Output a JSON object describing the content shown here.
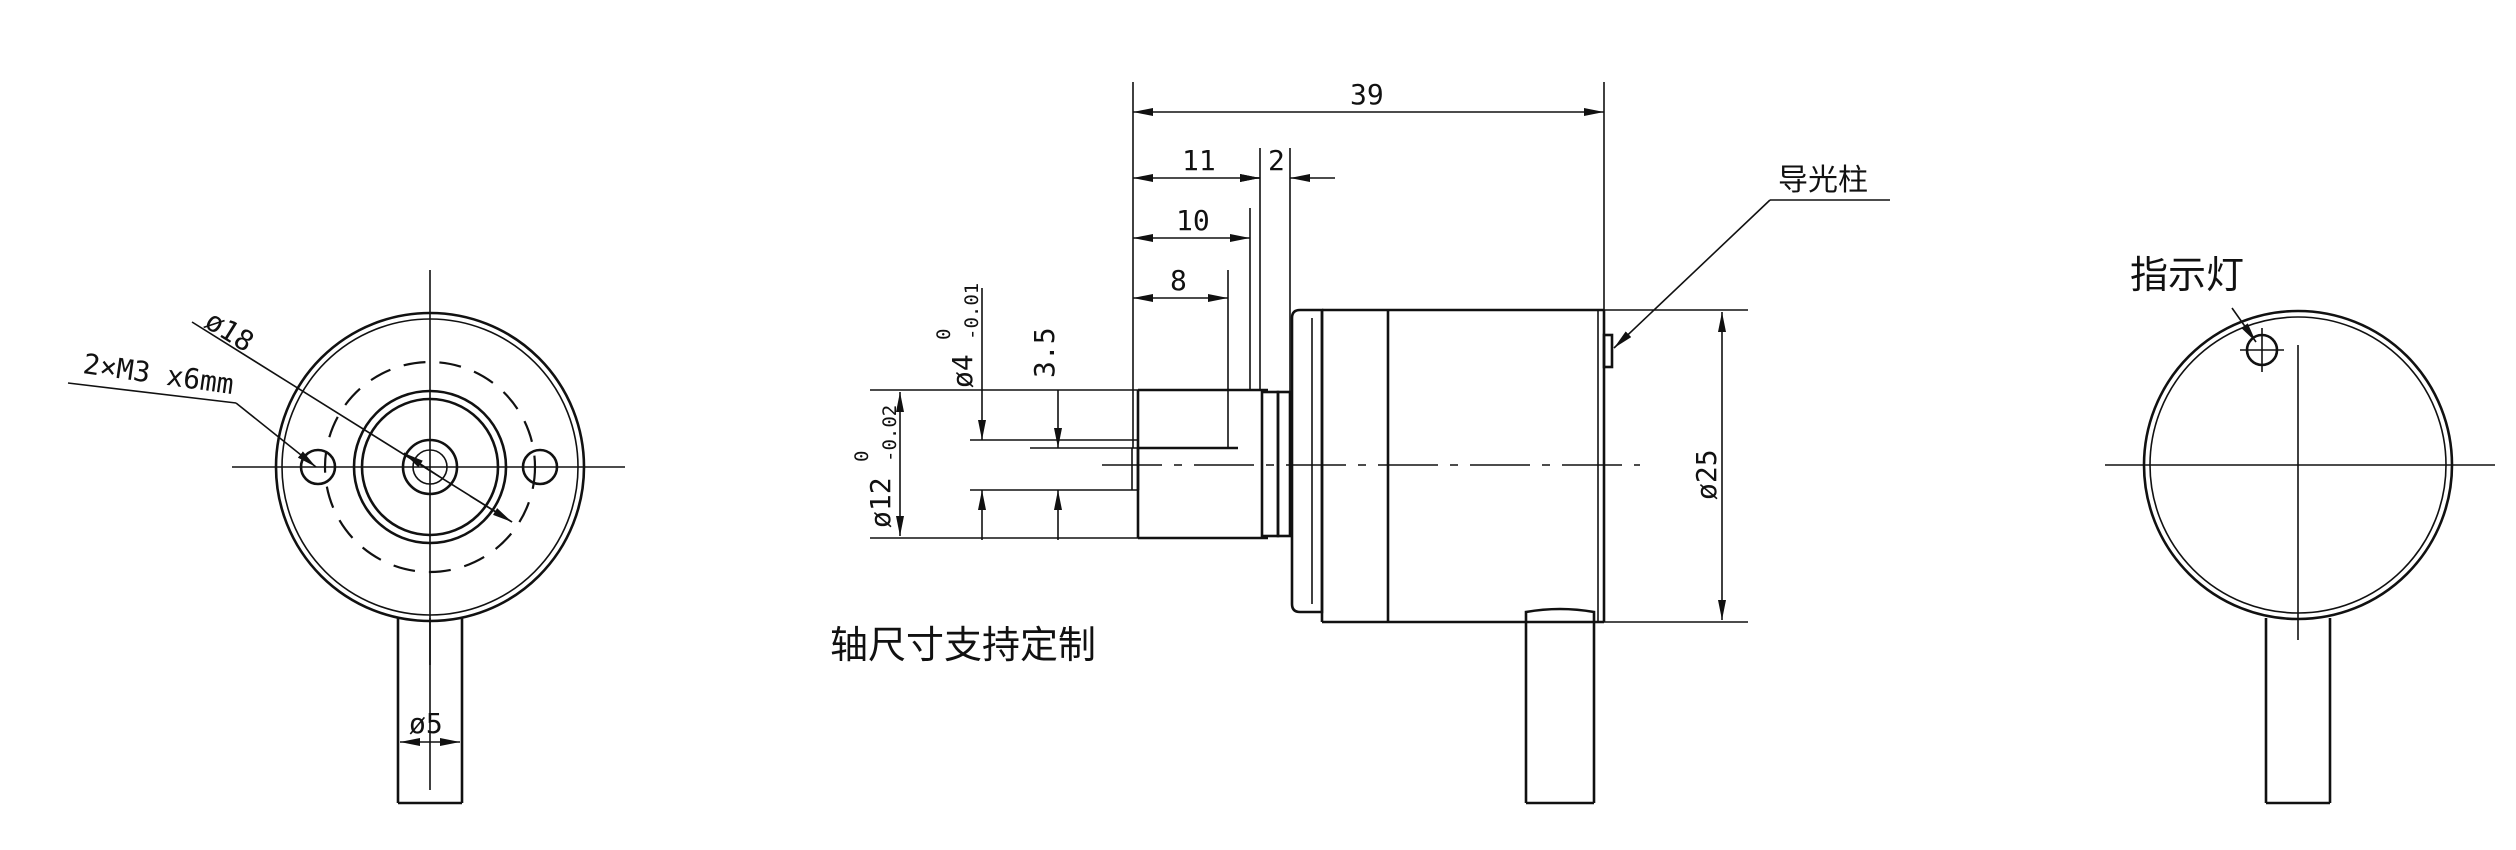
{
  "front_view": {
    "label_d18": "ø18",
    "label_holes": "2×M3 x6mm",
    "label_d5": "ø5"
  },
  "side_view": {
    "dim_39": "39",
    "dim_11": "11",
    "dim_2": "2",
    "dim_10": "10",
    "dim_8": "8",
    "dim_3_5": "3.5",
    "dim_d4_main": "ø4",
    "dim_d4_upper": "0",
    "dim_d4_lower": "-0.01",
    "dim_d12_main": "ø12",
    "dim_d12_upper": "0",
    "dim_d12_lower": "-0.02",
    "dim_d25": "ø25",
    "callout_light_guide": "导光柱",
    "note_custom_shaft": "轴尺寸支持定制"
  },
  "rear_view": {
    "callout_indicator": "指示灯"
  }
}
